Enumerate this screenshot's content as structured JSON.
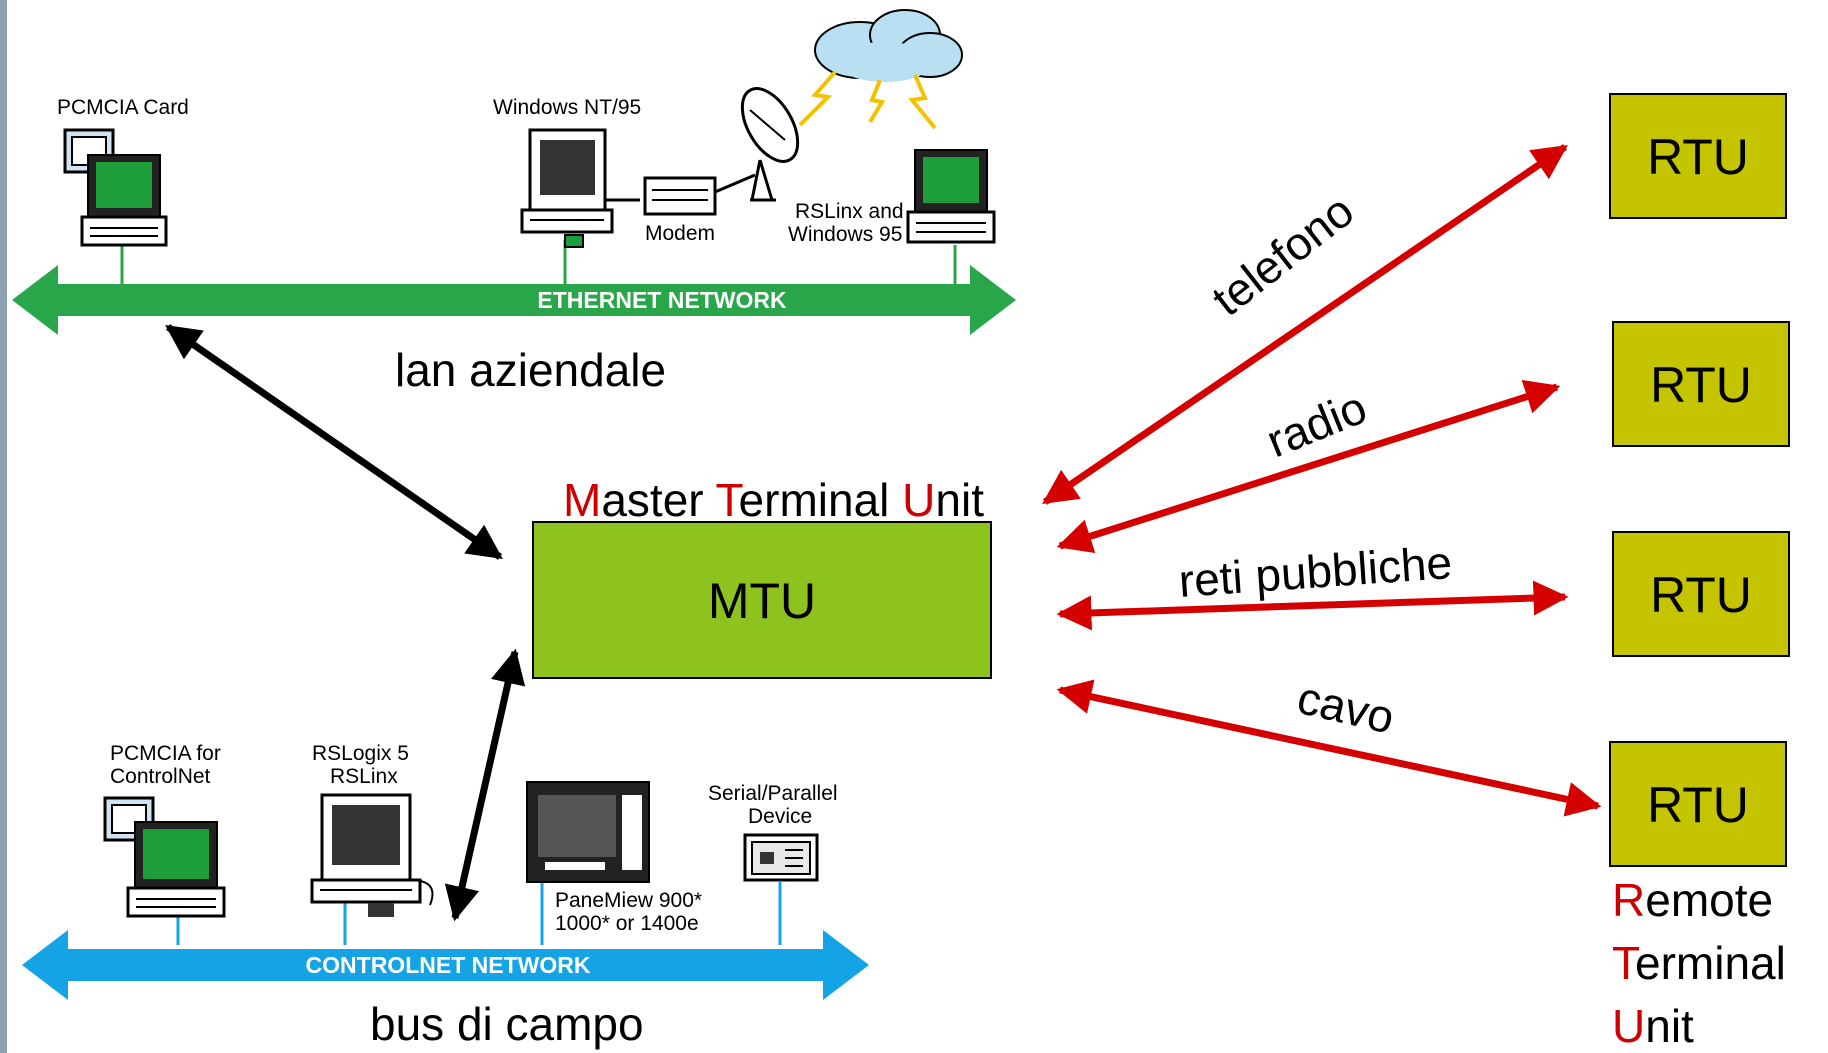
{
  "colors": {
    "ethernet": "#2aa64a",
    "controlnet": "#14a4e6",
    "mtu_fill": "#8dc21f",
    "rtu_fill": "#c4c400",
    "arrow_red": "#d40000",
    "arrow_black": "#000000",
    "screen_green": "#1e9e3a",
    "accent_red": "#cc0000",
    "left_bar": "#8fa0b4"
  },
  "ethernet": {
    "bus_label": "ETHERNET NETWORK",
    "caption": "lan aziendale",
    "devices": {
      "pcmcia_card": "PCMCIA Card",
      "windows_nt": "Windows NT/95",
      "modem": "Modem",
      "rslinx_line1": "RSLinx and",
      "rslinx_line2": "Windows 95"
    }
  },
  "controlnet": {
    "bus_label": "CONTROLNET NETWORK",
    "caption": "bus di campo",
    "devices": {
      "pcmcia_line1": "PCMCIA for",
      "pcmcia_line2": "ControlNet",
      "rslogix_line1": "RSLogix 5",
      "rslogix_line2": "RSLinx",
      "panelview_line1": "PaneMiew 900*",
      "panelview_line2": "1000* or 1400e",
      "serial_line1": "Serial/Parallel",
      "serial_line2": "Device"
    }
  },
  "mtu": {
    "label": "MTU",
    "title_parts": [
      {
        "initial": "M",
        "rest": "aster "
      },
      {
        "initial": "T",
        "rest": "erminal "
      },
      {
        "initial": "U",
        "rest": "nit"
      }
    ]
  },
  "rtu": {
    "boxes": [
      "RTU",
      "RTU",
      "RTU",
      "RTU"
    ],
    "caption_parts": [
      {
        "initial": "R",
        "rest": "emote"
      },
      {
        "initial": "T",
        "rest": "erminal"
      },
      {
        "initial": "U",
        "rest": "nit"
      }
    ]
  },
  "links": {
    "telefono": "telefono",
    "radio": "radio",
    "reti_pubbliche": "reti pubbliche",
    "cavo": "cavo"
  }
}
